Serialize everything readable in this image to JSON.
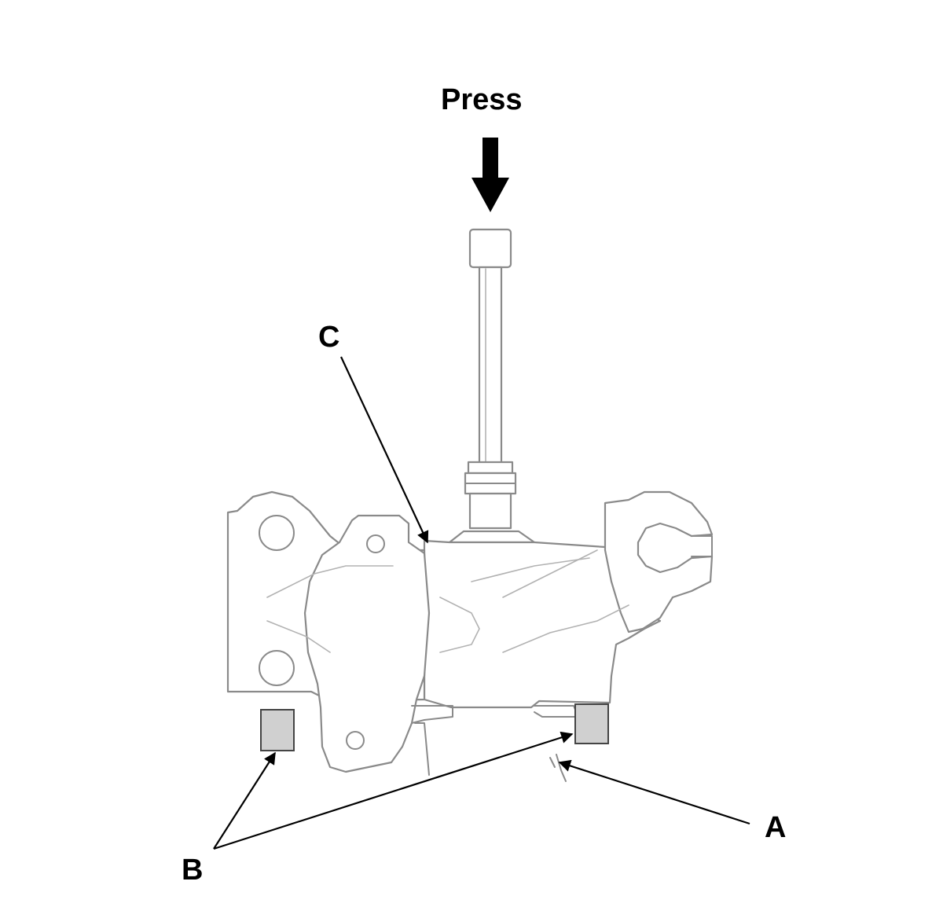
{
  "labels": {
    "press": "Press",
    "a": "A",
    "b": "B",
    "c": "C"
  },
  "colors": {
    "outline": "#8a8a8a",
    "block_fill": "#d0d0d0",
    "leader": "#000000"
  }
}
